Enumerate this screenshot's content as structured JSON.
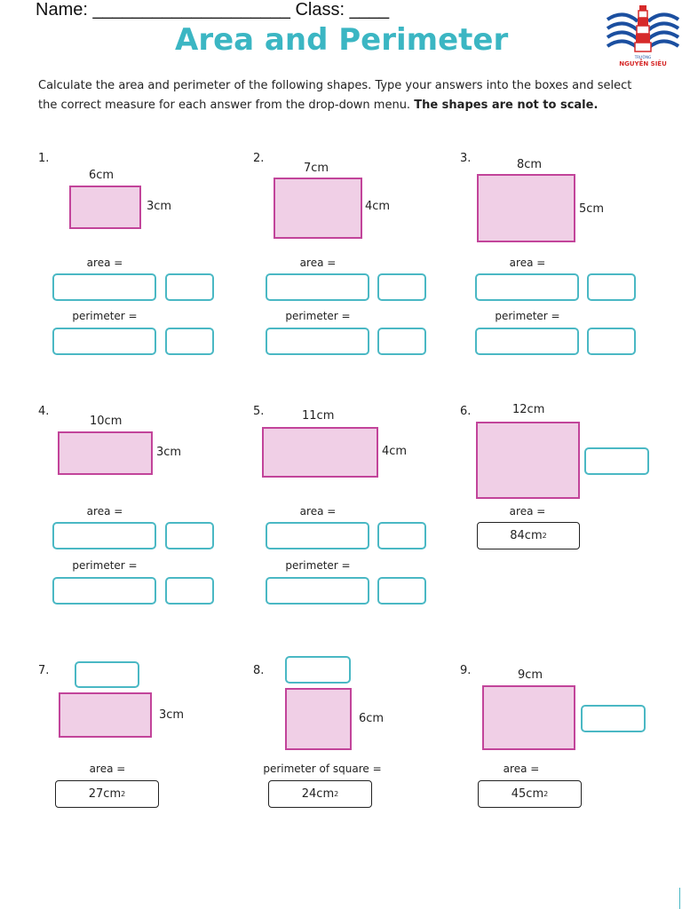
{
  "header": {
    "name_field": "Name: ____________________ Class: ____",
    "title": "Area and Perimeter",
    "logo": {
      "school_caption": "TRƯỜNG",
      "school_name": "NGUYỄN SIÊU",
      "colors": {
        "blue": "#1b4fa0",
        "red": "#d62a2a"
      }
    }
  },
  "instructions": {
    "text": "Calculate the area and perimeter of the following shapes. Type your answers into the boxes and select the correct measure for each answer from the drop-down menu.",
    "emphasis": "The shapes are not to scale."
  },
  "labels": {
    "area": "area =",
    "perimeter": "perimeter =",
    "perimeter_of_square": "perimeter of square ="
  },
  "problems": [
    {
      "number": "1.",
      "width": "6cm",
      "height": "3cm"
    },
    {
      "number": "2.",
      "width": "7cm",
      "height": "4cm"
    },
    {
      "number": "3.",
      "width": "8cm",
      "height": "5cm"
    },
    {
      "number": "4.",
      "width": "10cm",
      "height": "3cm"
    },
    {
      "number": "5.",
      "width": "11cm",
      "height": "4cm"
    },
    {
      "number": "6.",
      "width": "12cm",
      "given_area_value": "84cm",
      "unit_power": "2"
    },
    {
      "number": "7.",
      "height": "3cm",
      "given_area_value": "27cm",
      "unit_power": "2"
    },
    {
      "number": "8.",
      "height": "6cm",
      "given_perimeter_value": "24cm",
      "unit_power": "2"
    },
    {
      "number": "9.",
      "width": "9cm",
      "given_area_value": "45cm",
      "unit_power": "2"
    }
  ],
  "colors": {
    "title": "#3bb6c3",
    "shape_fill": "#f0cfe6",
    "shape_border": "#c2449a",
    "answer_box_border": "#4ab8c4"
  }
}
